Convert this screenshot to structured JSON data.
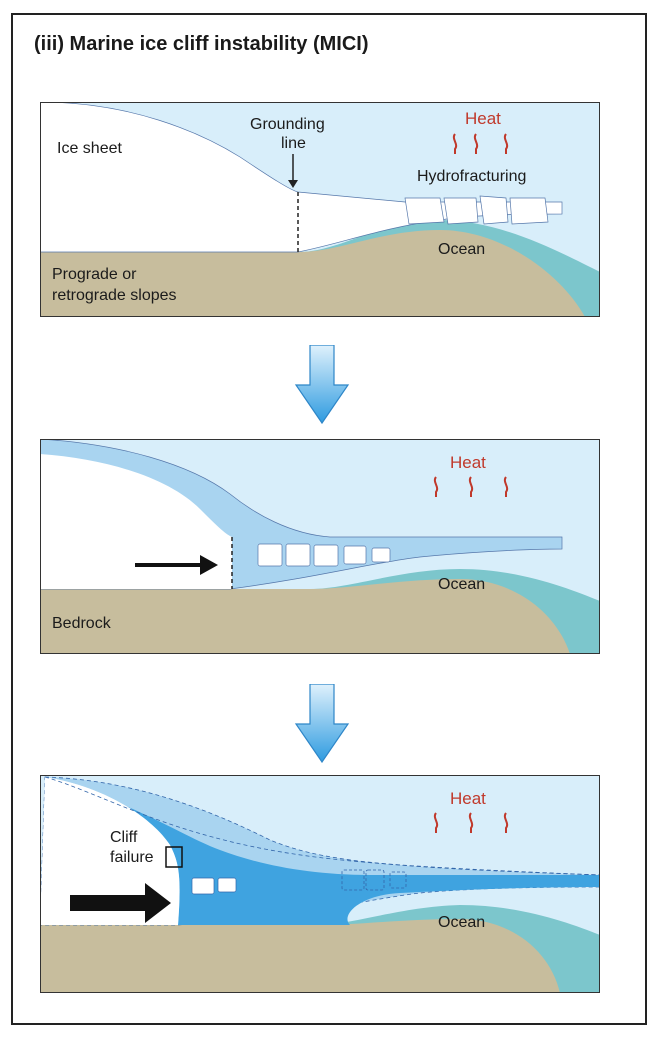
{
  "title": "(iii) Marine ice cliff instability (MICI)",
  "colors": {
    "sky": "#d8eefa",
    "ice_light": "#a9d4f0",
    "ice_mid": "#7fc1ea",
    "ice_dark": "#3fa3e0",
    "ocean": "#7cc6cc",
    "bedrock": "#c7bd9d",
    "ice_sheet": "#ffffff",
    "heat": "#c0392b",
    "flow_arrow": "#2e9be0"
  },
  "panels": [
    {
      "id": "panel-1",
      "labels": {
        "ice_sheet": "Ice sheet",
        "grounding_line_1": "Grounding",
        "grounding_line_2": "line",
        "heat": "Heat",
        "hydrofracturing": "Hydrofracturing",
        "ocean": "Ocean",
        "slopes_1": "Prograde or",
        "slopes_2": "retrograde slopes"
      }
    },
    {
      "id": "panel-2",
      "labels": {
        "heat": "Heat",
        "ocean": "Ocean",
        "bedrock": "Bedrock"
      }
    },
    {
      "id": "panel-3",
      "labels": {
        "heat": "Heat",
        "cliff_1": "Cliff",
        "cliff_2": "failure",
        "ocean": "Ocean"
      }
    }
  ],
  "icons": {
    "flow": "down-arrow-icon",
    "heat": "heat-wave-icon",
    "push": "right-arrow-icon"
  }
}
